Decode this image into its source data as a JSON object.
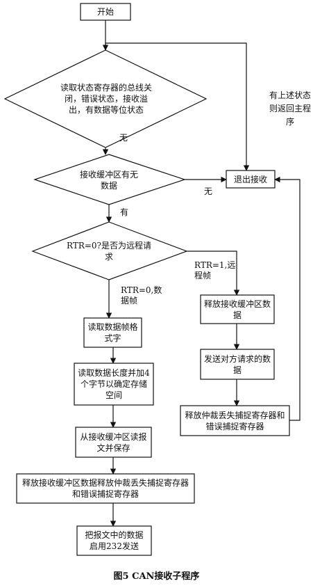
{
  "nodes": {
    "start": "开始",
    "read_status": "读取状态寄存器的总线关闭，错误状态，接收溢出，有数据等位状态",
    "has_data": "接收缓冲区有无数据",
    "exit": "退出接收",
    "rtr_check": "RTR=0?是否为远程请求",
    "read_format": "读取数据帧格式字",
    "read_length": "读取数据长度并加4个字节以确定存储空间",
    "read_save": "从接收缓冲区读报文并保存",
    "release_all": "释放接收缓冲区数据释放仲裁丢失捕捉寄存器和错误捕捉寄存器",
    "send_232": "把报文中的数据启用232发送",
    "release_buf": "释放接收缓冲区数据",
    "send_reply": "发送对方请求的数据",
    "release_regs": "释放仲裁丢失捕捉寄存器和错误捕捉寄存器"
  },
  "edge_labels": {
    "status_note": "有上述状态则返回主程序",
    "no_status": "无",
    "no_data": "无",
    "has_data_yes": "有",
    "rtr1": "RTR=1,远程帧",
    "rtr0": "RTR=0,数据帧"
  },
  "caption": "图5 CAN接收子程序"
}
